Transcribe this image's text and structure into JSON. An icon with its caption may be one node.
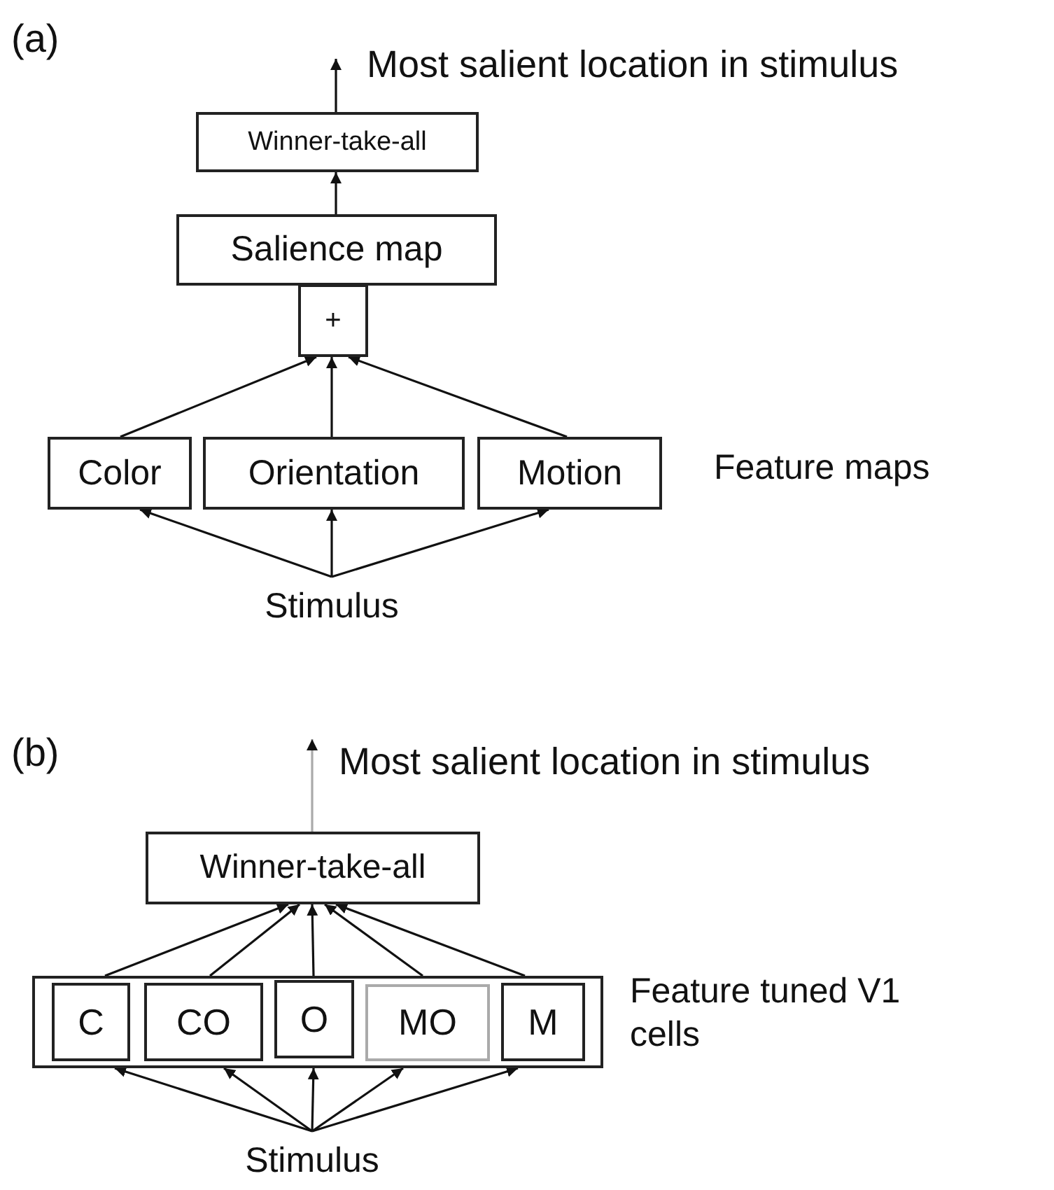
{
  "diagram": {
    "nodes": [
      {
        "text": [
          "Winner-take-all"
        ]
      },
      {
        "text": [
          "Salience map"
        ]
      },
      {
        "text": [
          "+"
        ]
      },
      {
        "text": [
          "Color"
        ]
      },
      {
        "text": [
          "Orientation"
        ]
      },
      {
        "text": [
          "Motion"
        ]
      },
      {
        "text": [
          "Stimulus"
        ]
      },
      {
        "text": [
          "Winner-take-all"
        ]
      },
      {
        "text": [],
        "shape": "box"
      },
      {
        "text": [
          "C"
        ],
        "in": 8
      },
      {
        "text": [
          "CO"
        ],
        "in": 8
      },
      {
        "text": [
          "O"
        ],
        "in": 8
      },
      {
        "text": [
          "MO"
        ],
        "in": 8
      },
      {
        "text": [
          "M"
        ],
        "in": 8
      },
      {
        "text": [
          "Stimulus"
        ]
      }
    ],
    "edges": [
      {
        "from": 0,
        "to": null,
        "arrow": "to"
      },
      {
        "from": 1,
        "to": 0,
        "arrow": "to"
      },
      {
        "from": 3,
        "to": 2,
        "arrow": "to"
      },
      {
        "from": 4,
        "to": 2,
        "arrow": "to"
      },
      {
        "from": 5,
        "to": 2,
        "arrow": "to"
      },
      {
        "from": 6,
        "to": 3,
        "arrow": "to"
      },
      {
        "from": 6,
        "to": 4,
        "arrow": "to"
      },
      {
        "from": 6,
        "to": 5,
        "arrow": "to"
      },
      {
        "from": 7,
        "to": null,
        "arrow": "to",
        "color": "#aaaaaa"
      },
      {
        "from": 9,
        "to": 7,
        "arrow": "to"
      },
      {
        "from": 10,
        "to": 7,
        "arrow": "to"
      },
      {
        "from": 11,
        "to": 7,
        "arrow": "to"
      },
      {
        "from": 12,
        "to": 7,
        "arrow": "to"
      },
      {
        "from": 13,
        "to": 7,
        "arrow": "to"
      },
      {
        "from": 14,
        "to": 9,
        "arrow": "to"
      },
      {
        "from": 14,
        "to": 10,
        "arrow": "to"
      },
      {
        "from": 14,
        "to": 11,
        "arrow": "to"
      },
      {
        "from": 14,
        "to": 12,
        "arrow": "to"
      },
      {
        "from": 14,
        "to": 13,
        "arrow": "to"
      }
    ],
    "labels": [
      "(a)",
      "Most salient location in stimulus",
      "Feature maps",
      "(b)",
      "Most salient location in stimulus",
      "Feature tuned V1 cells"
    ]
  }
}
